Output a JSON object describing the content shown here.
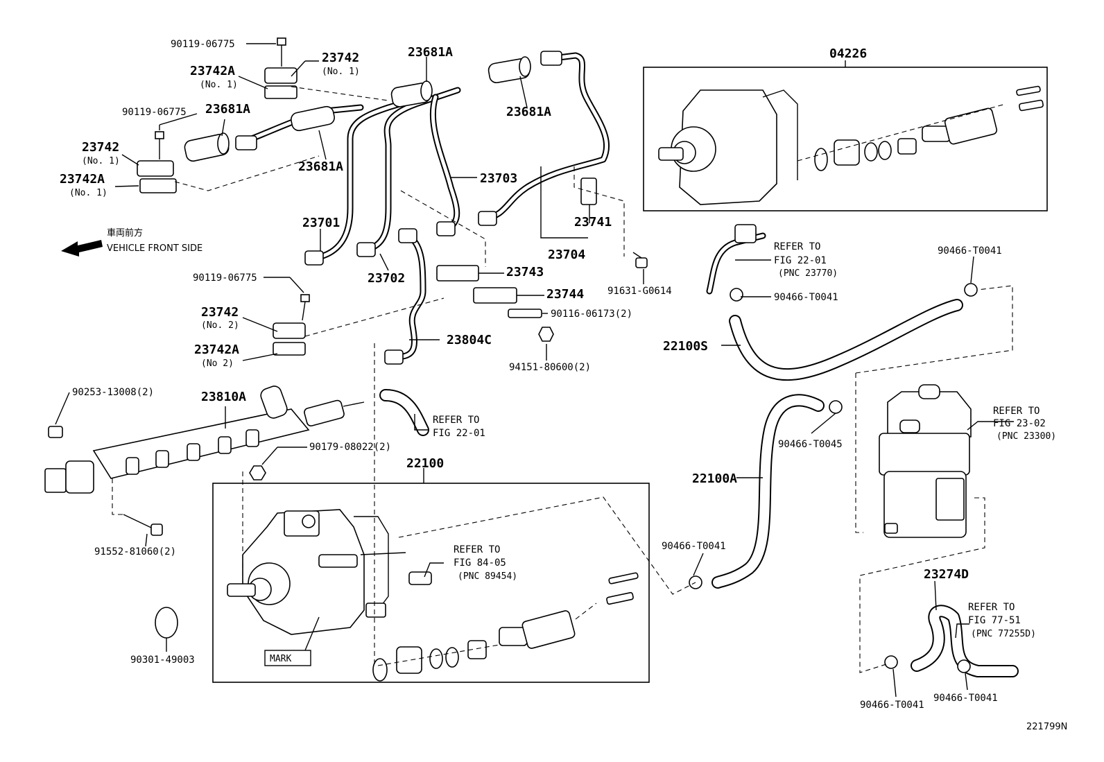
{
  "diagram_id": "221799N",
  "direction": {
    "jp": "車両前方",
    "en": "VEHICLE FRONT SIDE"
  },
  "groups": {
    "g04226": "04226",
    "g22100": "22100"
  },
  "labels": {
    "p9011906775_a": "90119-06775",
    "p23742_a": "23742",
    "p23742_a_sub": "(No. 1)",
    "p23742A_a": "23742A",
    "p23742A_a_sub": "(No. 1)",
    "p9011906775_b": "90119-06775",
    "p23681A_a": "23681A",
    "p23742_b": "23742",
    "p23742_b_sub": "(No. 1)",
    "p23742A_b": "23742A",
    "p23742A_b_sub": "(No. 1)",
    "p23681A_b": "23681A",
    "p23681A_c": "23681A",
    "p23681A_d": "23681A",
    "p23703": "23703",
    "p23701": "23701",
    "p23702": "23702",
    "p23741": "23741",
    "p23704": "23704",
    "p23743": "23743",
    "p23744": "23744",
    "p9011906775_c": "90119-06775",
    "p23742_c": "23742",
    "p23742_c_sub": "(No. 2)",
    "p23742A_c": "23742A",
    "p23742A_c_sub": "(No 2)",
    "p9011606173": "90116-06173(2)",
    "p23804C": "23804C",
    "p9415180600": "94151-80600(2)",
    "p91631G0614": "91631-G0614",
    "p9025313008": "90253-13008(2)",
    "p23810A": "23810A",
    "p9017908022": "90179-08022(2)",
    "p9155281060": "91552-81060(2)",
    "p9030149003": "90301-49003",
    "mark": "MARK",
    "p22100S": "22100S",
    "p22100A": "22100A",
    "p90466T0041_a": "90466-T0041",
    "p90466T0041_b": "90466-T0041",
    "p90466T0045": "90466-T0045",
    "p90466T0041_c": "90466-T0041",
    "p23274D": "23274D",
    "p90466T0041_d": "90466-T0041",
    "p90466T0041_e": "90466-T0041"
  },
  "refs": {
    "r1": {
      "line1": "REFER TO",
      "line2": "FIG 22-01",
      "line3": "(PNC 23770)"
    },
    "r2": {
      "line1": "REFER TO",
      "line2": "FIG 22-01"
    },
    "r3": {
      "line1": "REFER TO",
      "line2": "FIG 23-02",
      "line3": "(PNC 23300)"
    },
    "r4": {
      "line1": "REFER TO",
      "line2": "FIG 84-05",
      "line3": "(PNC 89454)"
    },
    "r5": {
      "line1": "REFER TO",
      "line2": "FIG 77-51",
      "line3": "(PNC 77255D)"
    }
  }
}
